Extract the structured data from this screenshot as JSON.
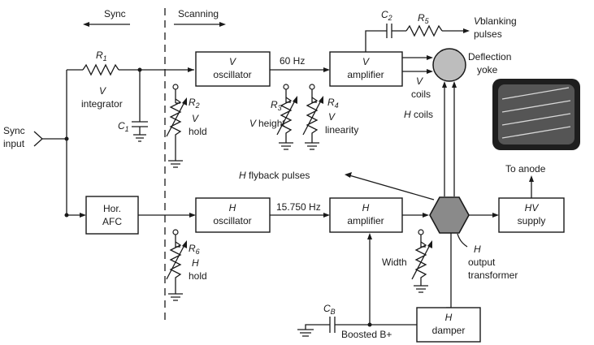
{
  "header": {
    "sync": "Sync",
    "scanning": "Scanning"
  },
  "input": {
    "line1": "Sync",
    "line2": "input"
  },
  "r1": {
    "label": "R",
    "sub": "1"
  },
  "v_integrator": {
    "v": "V",
    "text": "integrator"
  },
  "c1": {
    "label": "C",
    "sub": "1"
  },
  "hor_afc": {
    "line1": "Hor.",
    "line2": "AFC"
  },
  "v_oscillator": {
    "v": "V",
    "text": "oscillator"
  },
  "h_oscillator": {
    "h": "H",
    "text": "oscillator"
  },
  "v_amplifier": {
    "v": "V",
    "text": "amplifier"
  },
  "h_amplifier": {
    "h": "H",
    "text": "amplifier"
  },
  "freq_60": "60 Hz",
  "freq_15750": "15.750 Hz",
  "r2": {
    "label": "R",
    "sub": "2",
    "v": "V",
    "text": "hold"
  },
  "r3": {
    "label": "R",
    "sub": "3",
    "v": "V",
    "text": "height"
  },
  "r4": {
    "label": "R",
    "sub": "4",
    "v": "V",
    "text": "linearity"
  },
  "r6": {
    "label": "R",
    "sub": "6",
    "h": "H",
    "text": "hold"
  },
  "c2": {
    "label": "C",
    "sub": "2"
  },
  "r5": {
    "label": "R",
    "sub": "5"
  },
  "v_blanking": {
    "v": "V",
    "line1": " blanking",
    "line2": "pulses"
  },
  "deflection_yoke": {
    "line1": "Deflection",
    "line2": "yoke"
  },
  "v_coils": {
    "v": "V",
    "text": "coils"
  },
  "h_coils": {
    "h": "H",
    "text": " coils"
  },
  "h_flyback": {
    "h": "H",
    "text": " flyback pulses"
  },
  "to_anode": "To anode",
  "hv_supply": {
    "hv": "HV",
    "text": "supply"
  },
  "width": "Width",
  "h_output_transformer": {
    "h": "H",
    "line1": "output",
    "line2": "transformer"
  },
  "h_damper": {
    "h": "H",
    "text": "damper"
  },
  "cb": {
    "label": "C",
    "sub": "B"
  },
  "boosted": "Boosted B+",
  "colors": {
    "line": "#1a1a1a",
    "yoke_fill": "#bdbdbd",
    "transformer_fill": "#8a8a8a",
    "screen": "#555555"
  }
}
